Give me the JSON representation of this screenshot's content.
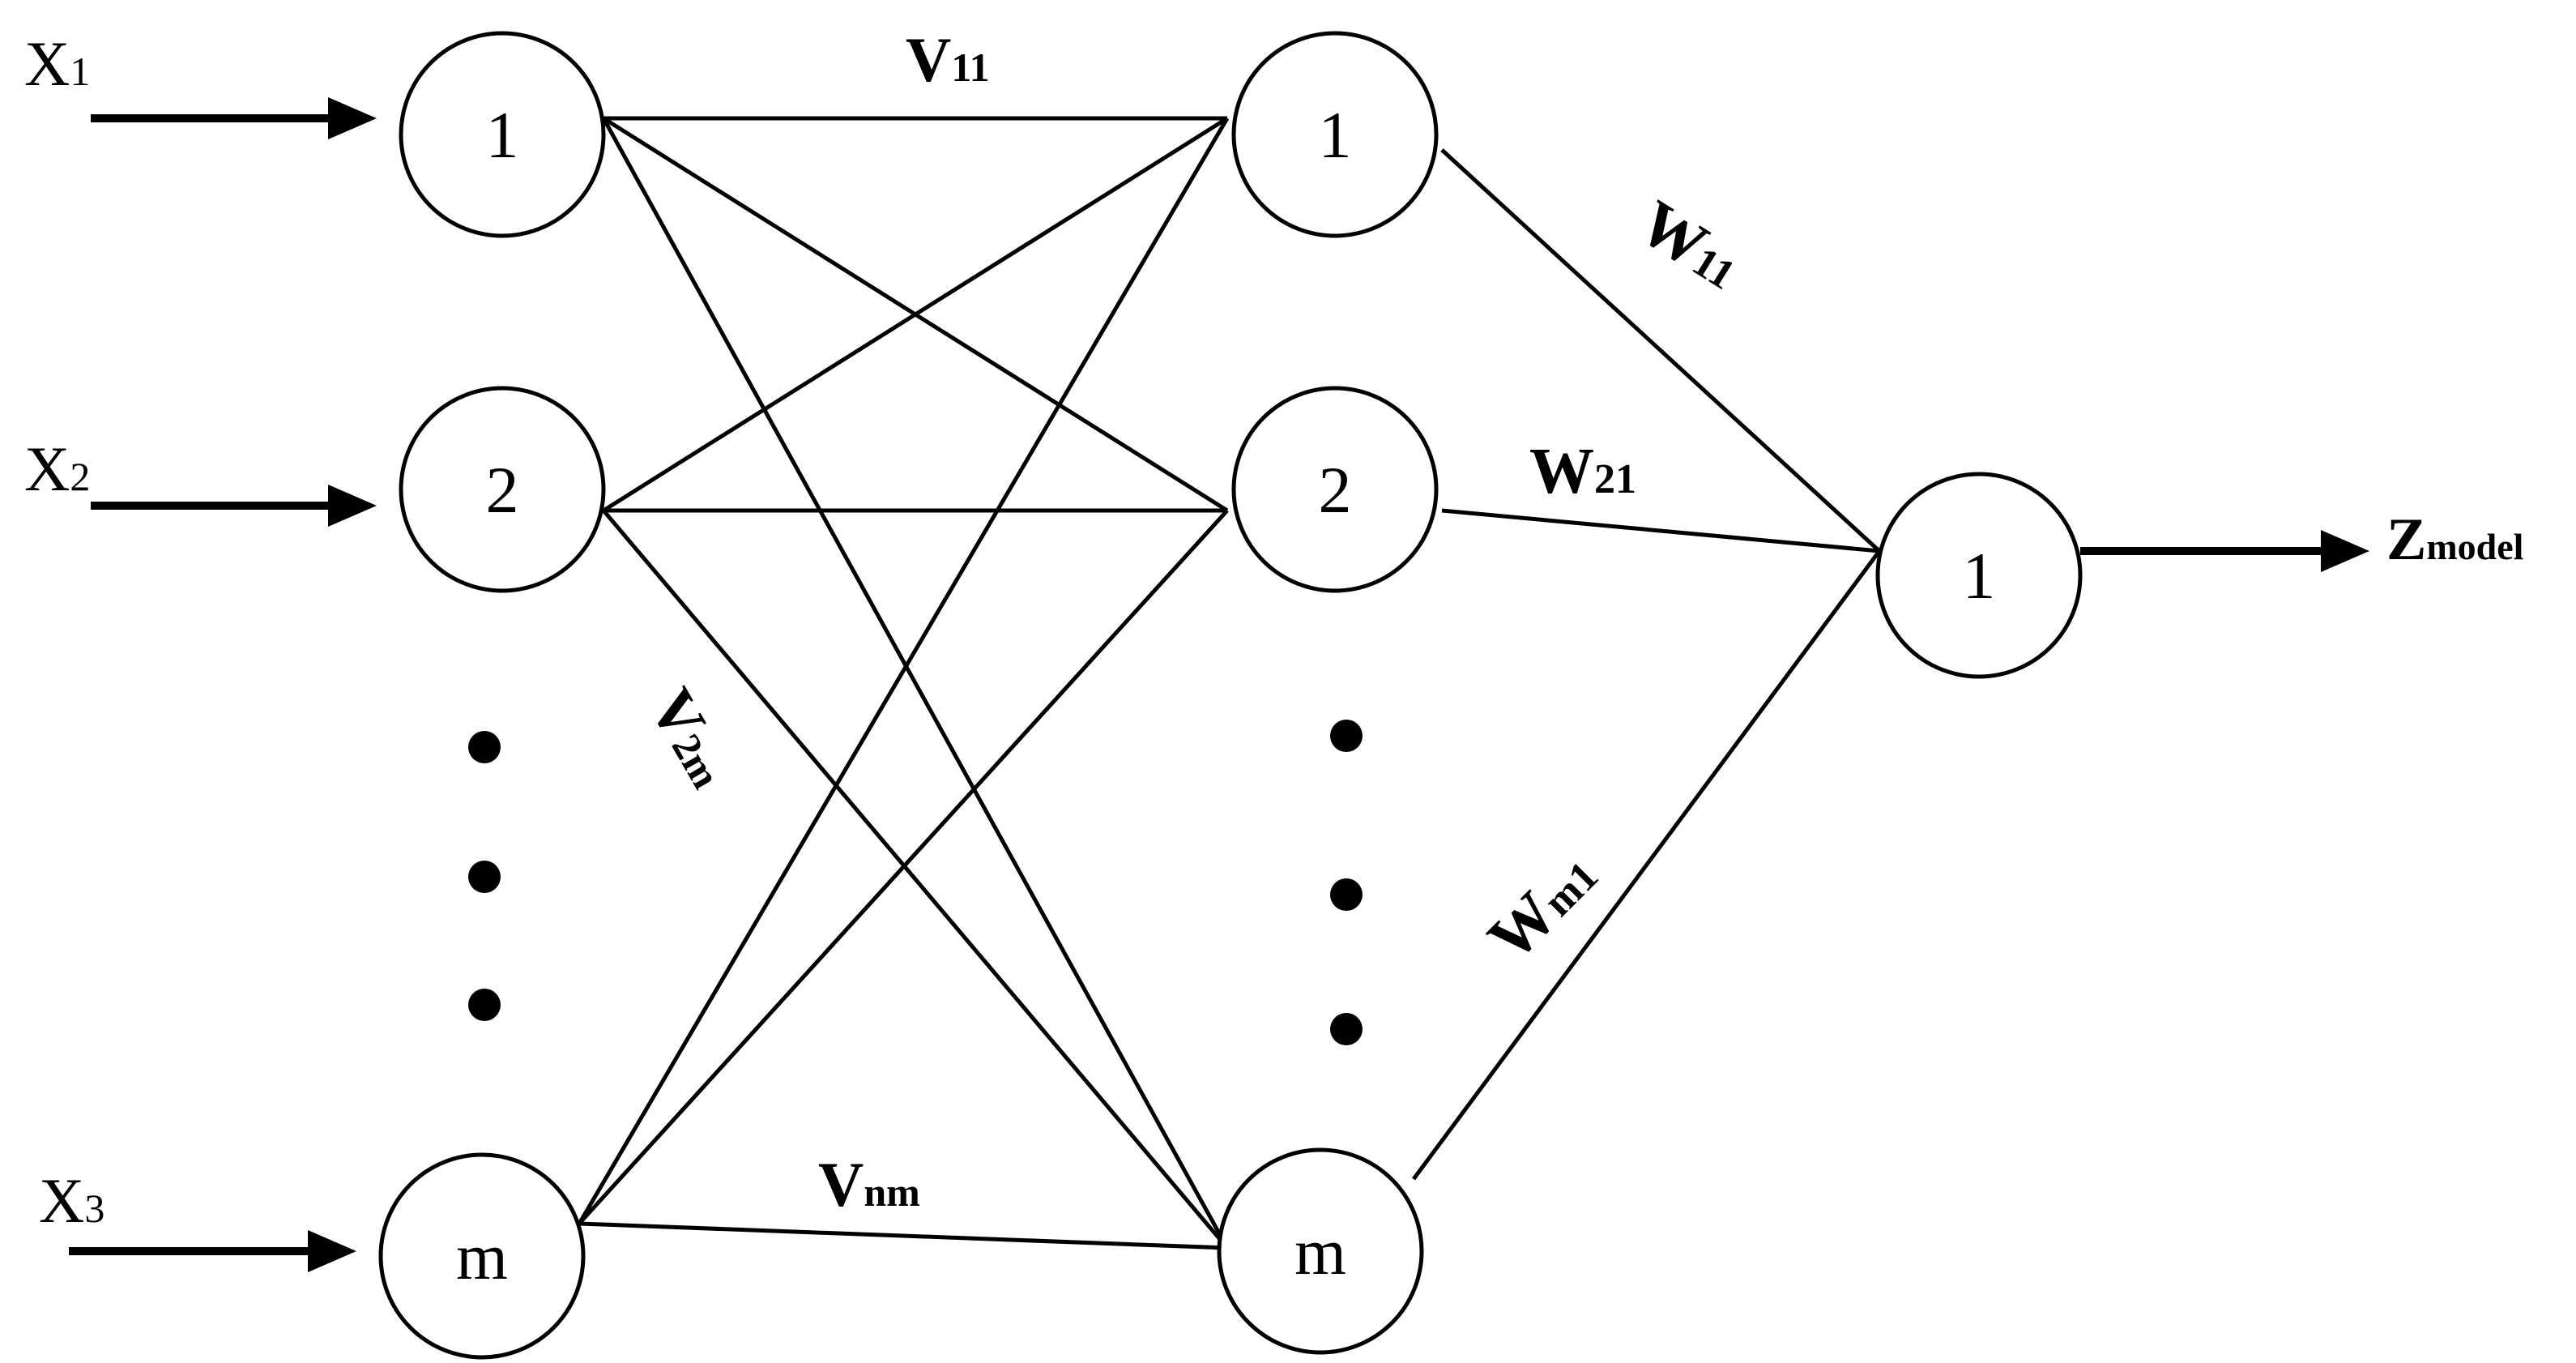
{
  "inputs": [
    {
      "base": "X",
      "sub": "1"
    },
    {
      "base": "X",
      "sub": "2"
    },
    {
      "base": "X",
      "sub": "3"
    }
  ],
  "input_layer": [
    "1",
    "2",
    "m"
  ],
  "hidden_layer": [
    "1",
    "2",
    "m"
  ],
  "output_layer": [
    "1"
  ],
  "output": {
    "base": "Z",
    "sub": "model"
  },
  "weights": {
    "v11": {
      "base": "V",
      "sub": "11"
    },
    "v2m": {
      "base": "V",
      "sub": "2m"
    },
    "vnm": {
      "base": "V",
      "sub": "nm"
    },
    "w11": {
      "base": "W",
      "sub": "11"
    },
    "w21": {
      "base": "W",
      "sub": "21"
    },
    "wm1": {
      "base": "W",
      "sub": "m1"
    }
  }
}
